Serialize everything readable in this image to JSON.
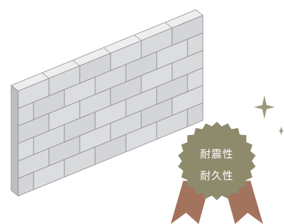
{
  "badge": {
    "line1": "耐震性",
    "line2": "耐久性",
    "color": "#8e8a6c",
    "ribbon_color": "#a4735e"
  },
  "sparkle": {
    "color": "#9c9a7c"
  },
  "wall": {
    "rows": 6,
    "columns": 6,
    "face_color": "#d9dadc",
    "top_color": "#eeeeef",
    "side_color": "#bdbec1",
    "mortar_color": "#8d8e92"
  }
}
